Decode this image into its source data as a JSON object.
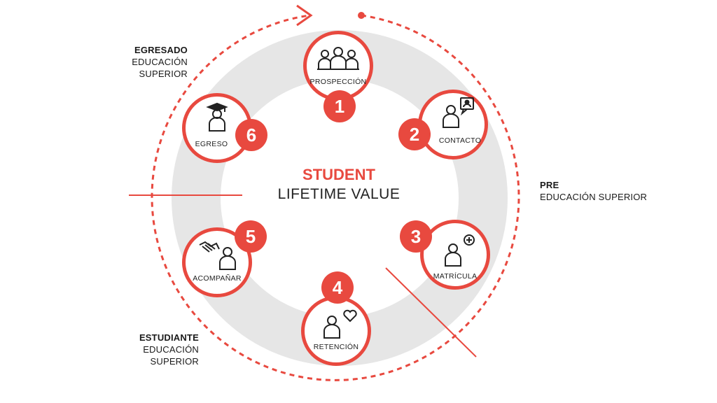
{
  "center": {
    "title": "STUDENT",
    "subtitle": "LIFETIME VALUE"
  },
  "phases": {
    "egresado": {
      "line1": "EGRESADO",
      "line2": "EDUCACIÓN SUPERIOR"
    },
    "pre": {
      "line1": "PRE",
      "line2": "EDUCACIÓN SUPERIOR"
    },
    "estudiante": {
      "line1": "ESTUDIANTE",
      "line2": "EDUCACIÓN SUPERIOR"
    }
  },
  "steps": [
    {
      "number": "1",
      "label": "PROSPECCIÓN",
      "icon": "group-icon"
    },
    {
      "number": "2",
      "label": "CONTACTO",
      "icon": "contact-icon"
    },
    {
      "number": "3",
      "label": "MATRÍCULA",
      "icon": "user-plus-icon"
    },
    {
      "number": "4",
      "label": "RETENCIÓN",
      "icon": "user-heart-icon"
    },
    {
      "number": "5",
      "label": "ACOMPAÑAR",
      "icon": "handshake-user-icon"
    },
    {
      "number": "6",
      "label": "EGRESO",
      "icon": "graduate-icon"
    }
  ],
  "colors": {
    "accent": "#e8493f",
    "ring": "#e6e6e6",
    "text": "#1a1a1a"
  }
}
